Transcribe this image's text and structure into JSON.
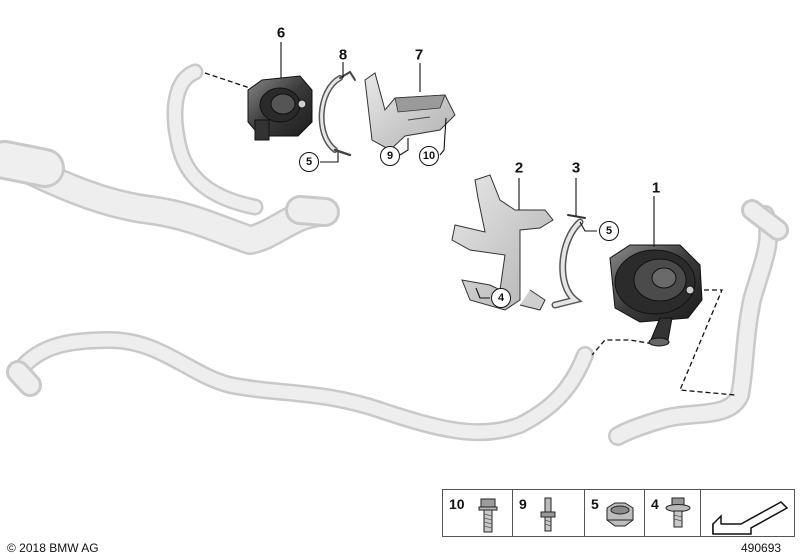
{
  "callouts": [
    {
      "id": "callout-1",
      "label": "1"
    },
    {
      "id": "callout-2",
      "label": "2"
    },
    {
      "id": "callout-3",
      "label": "3"
    },
    {
      "id": "callout-6",
      "label": "6"
    },
    {
      "id": "callout-7",
      "label": "7"
    },
    {
      "id": "callout-8",
      "label": "8"
    }
  ],
  "circled_refs": [
    {
      "id": "ref-5a",
      "label": "5"
    },
    {
      "id": "ref-9",
      "label": "9"
    },
    {
      "id": "ref-10",
      "label": "10"
    },
    {
      "id": "ref-5b",
      "label": "5"
    },
    {
      "id": "ref-4",
      "label": "4"
    }
  ],
  "legend": {
    "items": [
      {
        "label": "10",
        "icon": "hex-bolt-long-icon"
      },
      {
        "label": "9",
        "icon": "stud-bolt-icon"
      },
      {
        "label": "5",
        "icon": "hex-flange-nut-icon"
      },
      {
        "label": "4",
        "icon": "hex-bolt-washer-icon"
      }
    ],
    "last_icon": "direction-arrow-icon"
  },
  "footer": {
    "copyright": "© 2018 BMW AG",
    "diagram_id": "490693"
  }
}
